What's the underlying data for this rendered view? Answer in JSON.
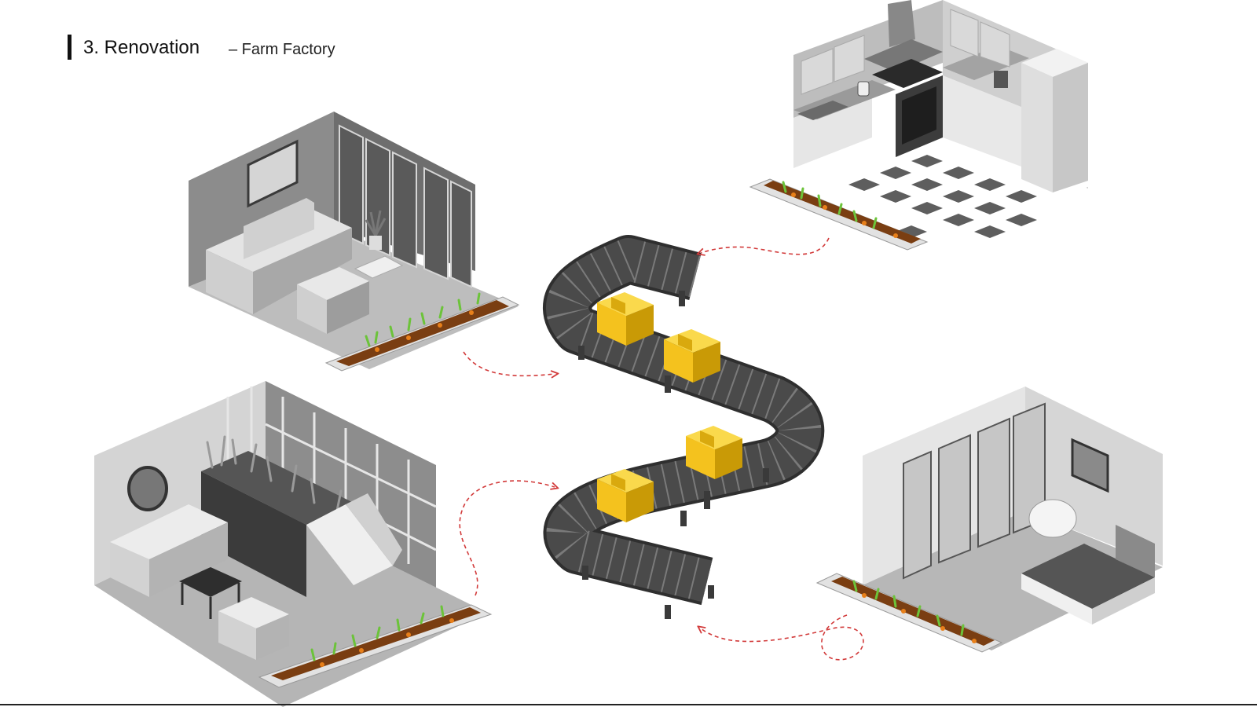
{
  "header": {
    "title": "3. Renovation",
    "subtitle": "– Farm Factory"
  },
  "colors": {
    "box": "#F4C21E",
    "box_dark": "#C99A06",
    "conveyor": "#4A4A4A",
    "soil": "#7A3E12",
    "leaf": "#6CC33A",
    "carrot": "#E8801A",
    "arrow": "#D23A3A"
  },
  "icons": [
    "living-room-illustration",
    "kitchen-illustration",
    "staircase-room-illustration",
    "bedroom-illustration",
    "conveyor-belt-illustration",
    "cardboard-box-icon"
  ]
}
